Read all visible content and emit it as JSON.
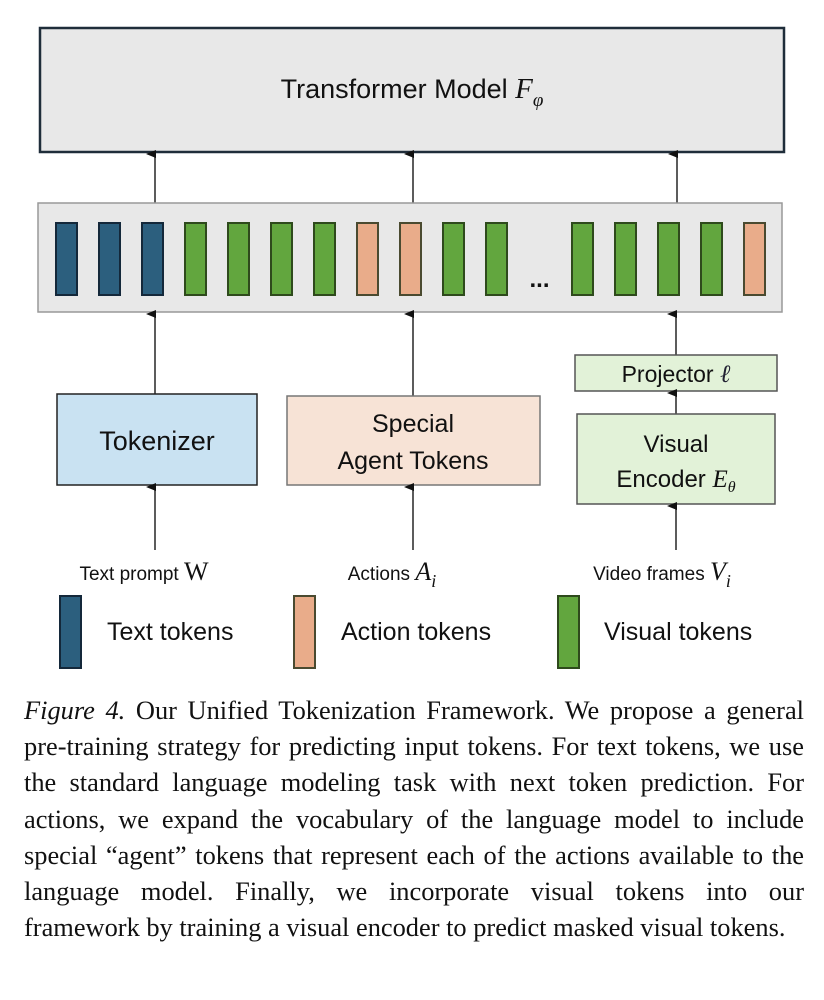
{
  "figure": {
    "transformer": {
      "label": "Transformer Model ",
      "symbol": "F",
      "subscript": "φ"
    },
    "token_sequence": {
      "tokens": [
        "text",
        "text",
        "text",
        "visual",
        "visual",
        "visual",
        "visual",
        "action",
        "action",
        "visual",
        "visual",
        "ellipsis",
        "visual",
        "visual",
        "visual",
        "visual",
        "action"
      ],
      "ellipsis_label": "..."
    },
    "modules": {
      "tokenizer": {
        "label": "Tokenizer"
      },
      "agent_tokens": {
        "line1": "Special",
        "line2": "Agent Tokens"
      },
      "projector": {
        "label": "Projector ",
        "symbol": "ℓ"
      },
      "visual_encoder": {
        "line1": "Visual",
        "line2": "Encoder ",
        "symbol": "E",
        "subscript": "θ"
      }
    },
    "inputs": {
      "text": {
        "label": "Text prompt ",
        "symbol": "W"
      },
      "actions": {
        "label": "Actions ",
        "symbol": "A",
        "subscript": "i"
      },
      "video": {
        "label": "Video frames ",
        "symbol": "V",
        "subscript": "i"
      }
    },
    "legend": [
      {
        "kind": "text",
        "label": "Text tokens"
      },
      {
        "kind": "action",
        "label": "Action tokens"
      },
      {
        "kind": "visual",
        "label": "Visual tokens"
      }
    ],
    "colors": {
      "text_token": "#2c5f7e",
      "text_token_border": "#14283a",
      "action_token": "#e9ac8a",
      "action_token_border": "#4a4a30",
      "visual_token": "#62a63e",
      "visual_token_border": "#2e4a1c",
      "transformer_bg": "#e8e8e8",
      "sequence_bg": "#e8e8e8",
      "tokenizer_bg": "#c9e2f2",
      "agent_bg": "#f7e3d6",
      "visual_module_bg": "#e2f2d8"
    }
  },
  "caption": {
    "label": "Figure 4.",
    "text": " Our Unified Tokenization Framework.  We propose a general pre-training strategy for predicting input tokens. For text tokens, we use the standard language modeling task with next token prediction.  For actions, we expand the vocabulary of the language model to include special “agent” tokens that represent each of the actions available to the language model. Finally, we incorporate visual tokens into our framework by training a visual encoder to predict masked visual tokens."
  }
}
